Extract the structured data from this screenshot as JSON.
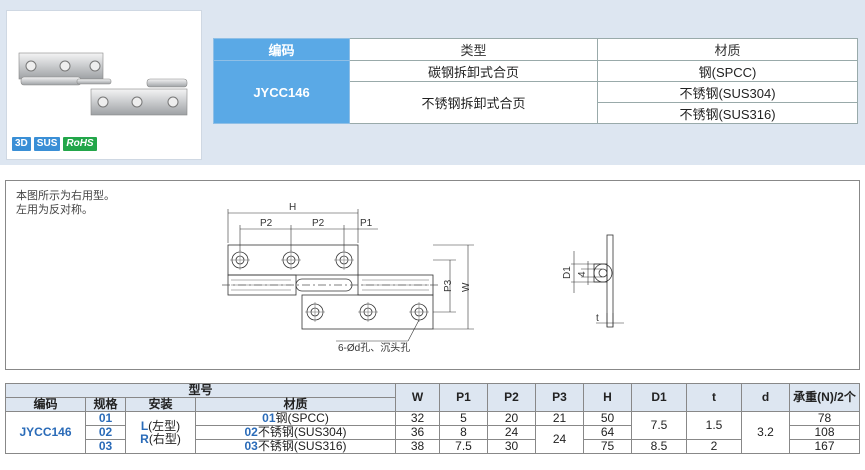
{
  "badges": {
    "b3d": "3D",
    "sus": "SUS",
    "rohs": "RoHS"
  },
  "spec_table": {
    "headers": [
      "编码",
      "类型",
      "材质"
    ],
    "code": "JYCC146",
    "rows": [
      {
        "type": "碳钢拆卸式合页",
        "material": "钢(SPCC)"
      },
      {
        "type": "不锈钢拆卸式合页",
        "material": "不锈钢(SUS304)"
      },
      {
        "type": "",
        "material": "不锈钢(SUS316)"
      }
    ]
  },
  "note": {
    "line1": "本图所示为右用型。",
    "line2": "左用为反对称。"
  },
  "drawing_labels": {
    "H": "H",
    "P2a": "P2",
    "P2b": "P2",
    "P1": "P1",
    "P3": "P3",
    "W": "W",
    "D1": "D1",
    "d4": "4",
    "t": "t",
    "hole": "6-Ød孔、沉头孔"
  },
  "model_table": {
    "group_header": "型号",
    "sub_headers": [
      "编码",
      "规格",
      "安装",
      "材质"
    ],
    "col_headers": [
      "W",
      "P1",
      "P2",
      "P3",
      "H",
      "D1",
      "t",
      "d",
      "承重(N)/2个"
    ],
    "code": "JYCC146",
    "install": {
      "L": "L",
      "L_text": "(左型)",
      "R": "R",
      "R_text": "(右型)"
    },
    "rows": [
      {
        "spec": "01",
        "mat_code": "01",
        "mat": "钢(SPCC)",
        "W": "32",
        "P1": "5",
        "P2": "20",
        "P3": "21",
        "H": "50",
        "D1": "7.5",
        "t": "1.5",
        "d": "3.2",
        "load": "78"
      },
      {
        "spec": "02",
        "mat_code": "02",
        "mat": "不锈钢(SUS304)",
        "W": "36",
        "P1": "8",
        "P2": "24",
        "P3": "24",
        "H": "64",
        "D1": "",
        "t": "",
        "d": "",
        "load": "108"
      },
      {
        "spec": "03",
        "mat_code": "03",
        "mat": "不锈钢(SUS316)",
        "W": "38",
        "P1": "7.5",
        "P2": "30",
        "P3": "",
        "H": "75",
        "D1": "8.5",
        "t": "2",
        "d": "",
        "load": "167"
      }
    ]
  }
}
